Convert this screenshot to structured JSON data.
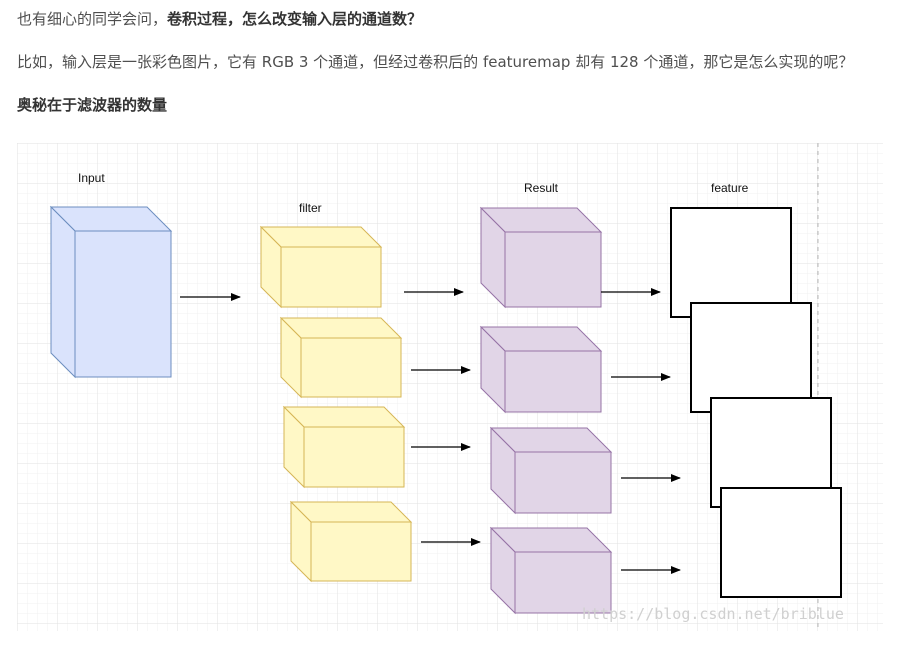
{
  "paragraphs": {
    "p1_normal": "也有细心的同学会问，",
    "p1_bold": "卷积过程，怎么改变输入层的通道数？",
    "p2": "比如，输入层是一张彩色图片，它有 RGB 3 个通道，但经过卷积后的 featuremap 却有 128 个通道，那它是怎么实现的呢？",
    "p3_bold": "奥秘在于滤波器的数量"
  },
  "diagram": {
    "labels": {
      "input": "Input",
      "filter": "filter",
      "result": "Result",
      "feature": "feature"
    },
    "watermark": "https://blog.csdn.net/briblue",
    "colors": {
      "input_fill": "#dae3fc",
      "input_stroke": "#6c8ebf",
      "filter_fill": "#fff8c6",
      "filter_stroke": "#d6b656",
      "result_fill": "#e1d5e7",
      "result_stroke": "#9673a6",
      "grid": "#eeeeee"
    }
  }
}
